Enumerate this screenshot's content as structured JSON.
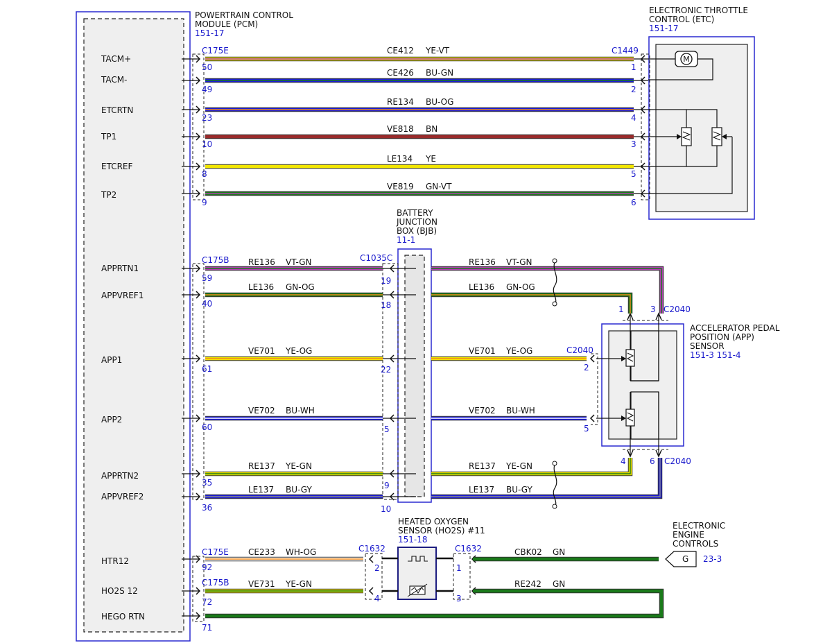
{
  "colors": {
    "YE": "#f2e600",
    "VT": "#b03fb0",
    "BU": "#1c1cd6",
    "GN": "#1a7a1a",
    "BN": "#9a2a2a",
    "OG": "#f08a1a",
    "WH": "#ffffff",
    "GY": "#8c8c8c",
    "box_blue": "#2a2ad0",
    "text_blue": "#1a1acc"
  },
  "pcm": {
    "title1": "POWERTRAIN CONTROL",
    "title2": "MODULE (PCM)",
    "ref": "151-17",
    "pins": [
      "TACM+",
      "TACM-",
      "ETCRTN",
      "TP1",
      "ETCREF",
      "TP2",
      "APPRTN1",
      "APPVREF1",
      "APP1",
      "APP2",
      "APPRTN2",
      "APPVREF2",
      "HTR12",
      "HO2S 12",
      "HEGO RTN"
    ]
  },
  "etc": {
    "title1": "ELECTRONIC THROTTLE",
    "title2": "CONTROL (ETC)",
    "ref": "151-17",
    "motor": "M"
  },
  "bjb": {
    "title1": "BATTERY",
    "title2": "JUNCTION",
    "title3": "BOX (BJB)",
    "ref": "11-1"
  },
  "app": {
    "title1": "ACCELERATOR PEDAL",
    "title2": "POSITION (APP)",
    "title3": "SENSOR",
    "ref": "151-3  151-4"
  },
  "ho2s": {
    "title1": "HEATED OXYGEN",
    "title2": "SENSOR (HO2S) #11",
    "ref": "151-18"
  },
  "eec": {
    "title1": "ELECTRONIC",
    "title2": "ENGINE",
    "title3": "CONTROLS",
    "ref": "23-3",
    "connector": "G"
  },
  "connectors": {
    "c175e_1": "C175E",
    "c1449": "C1449",
    "c175b_1": "C175B",
    "c1035c": "C1035C",
    "c2040_a": "C2040",
    "c2040_b": "C2040",
    "c2040_c": "C2040",
    "c175e_2": "C175E",
    "c1632_a": "C1632",
    "c1632_b": "C1632",
    "c175b_2": "C175B"
  },
  "circuits": [
    {
      "ckt": "CE412",
      "color": "YE-VT"
    },
    {
      "ckt": "CE426",
      "color": "BU-GN"
    },
    {
      "ckt": "RE134",
      "color": "BU-OG"
    },
    {
      "ckt": "VE818",
      "color": "BN"
    },
    {
      "ckt": "LE134",
      "color": "YE"
    },
    {
      "ckt": "VE819",
      "color": "GN-VT"
    },
    {
      "ckt": "RE136",
      "color": "VT-GN"
    },
    {
      "ckt": "LE136",
      "color": "GN-OG"
    },
    {
      "ckt": "VE701",
      "color": "YE-OG"
    },
    {
      "ckt": "VE702",
      "color": "BU-WH"
    },
    {
      "ckt": "RE137",
      "color": "YE-GN"
    },
    {
      "ckt": "LE137",
      "color": "BU-GY"
    },
    {
      "ckt": "RE136",
      "color": "VT-GN"
    },
    {
      "ckt": "LE136",
      "color": "GN-OG"
    },
    {
      "ckt": "VE701",
      "color": "YE-OG"
    },
    {
      "ckt": "VE702",
      "color": "BU-WH"
    },
    {
      "ckt": "RE137",
      "color": "YE-GN"
    },
    {
      "ckt": "LE137",
      "color": "BU-GY"
    },
    {
      "ckt": "CE233",
      "color": "WH-OG"
    },
    {
      "ckt": "VE731",
      "color": "YE-GN"
    },
    {
      "ckt": "CBK02",
      "color": "GN"
    },
    {
      "ckt": "RE242",
      "color": "GN"
    }
  ],
  "pins": {
    "pcm_top": [
      "50",
      "49",
      "23",
      "10",
      "8",
      "9"
    ],
    "etc": [
      "1",
      "2",
      "4",
      "3",
      "5",
      "6"
    ],
    "pcm_mid": [
      "59",
      "40",
      "61",
      "60",
      "35",
      "36"
    ],
    "bjb_left": [
      "19",
      "18",
      "22",
      "5",
      "9",
      "10"
    ],
    "app_1": "1",
    "app_3": "3",
    "app_2": "2",
    "app_5": "5",
    "app_4": "4",
    "app_6": "6",
    "pcm_bot": [
      "92",
      "72",
      "71"
    ],
    "ho2s_left": [
      "2",
      "4"
    ],
    "ho2s_right": [
      "1",
      "3"
    ]
  }
}
